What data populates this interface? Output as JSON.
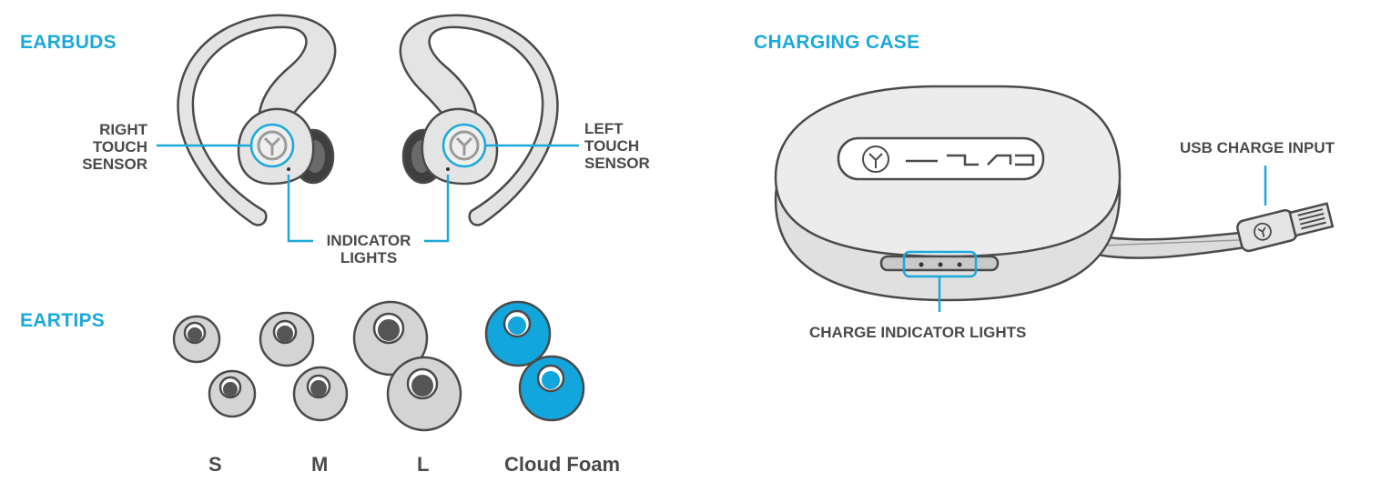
{
  "sections": {
    "earbuds": "EARBUDS",
    "eartips": "EARTIPS",
    "charging_case": "CHARGING CASE"
  },
  "labels": {
    "right_touch_sensor": [
      "RIGHT",
      "TOUCH",
      "SENSOR"
    ],
    "left_touch_sensor": [
      "LEFT",
      "TOUCH",
      "SENSOR"
    ],
    "indicator_lights": [
      "INDICATOR",
      "LIGHTS"
    ],
    "usb_charge_input": "USB CHARGE INPUT",
    "charge_indicator_lights": "CHARGE INDICATOR LIGHTS"
  },
  "eartip_sizes": [
    "S",
    "M",
    "L",
    "Cloud Foam"
  ],
  "colors": {
    "accent": "#1ba9d9",
    "outline": "#4a4a4a",
    "body_fill": "#e6e6e6",
    "cloud_foam": "#12a6dc"
  },
  "icons": [
    "jlab-logo-icon"
  ]
}
